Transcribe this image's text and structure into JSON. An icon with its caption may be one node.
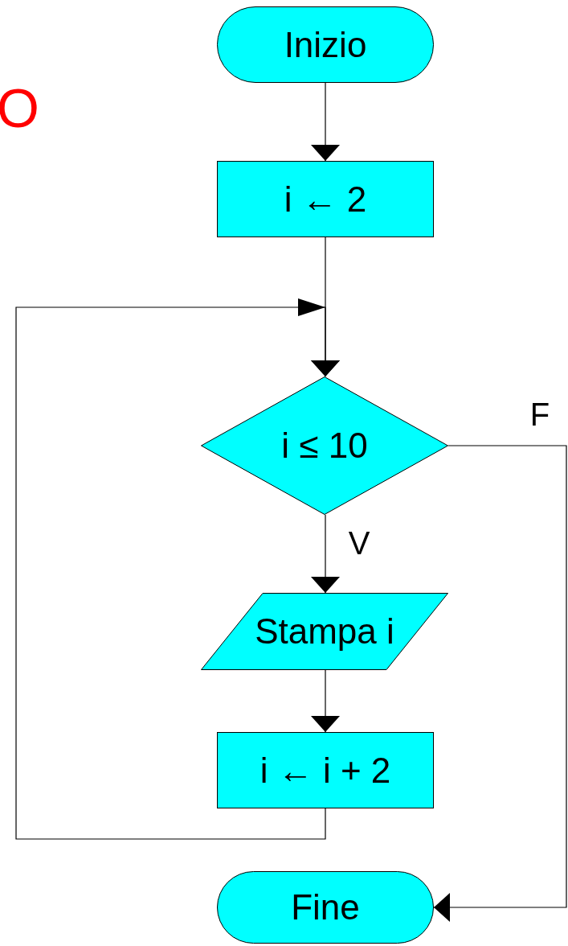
{
  "diagram": {
    "nodes": [
      {
        "text": [
          "Inizio"
        ]
      },
      {
        "text": [
          "i ← 2"
        ]
      },
      {
        "text": [
          "i ≤ 10"
        ]
      },
      {
        "text": [
          "Stampa i"
        ]
      },
      {
        "text": [
          "i ← i + 2"
        ]
      },
      {
        "text": [
          "Fine"
        ]
      }
    ],
    "edges": [
      {
        "from": 0,
        "to": 1,
        "arrow": "to"
      },
      {
        "from": 1,
        "to": 2,
        "arrow": "to"
      },
      {
        "from": 2,
        "to": 3,
        "arrow": "to",
        "label": "V"
      },
      {
        "from": 3,
        "to": 4,
        "arrow": "to"
      },
      {
        "from": 4,
        "to": 2,
        "arrow": "to"
      },
      {
        "from": 2,
        "to": 5,
        "arrow": "to",
        "label": "F"
      }
    ],
    "labels": [
      "O"
    ]
  }
}
